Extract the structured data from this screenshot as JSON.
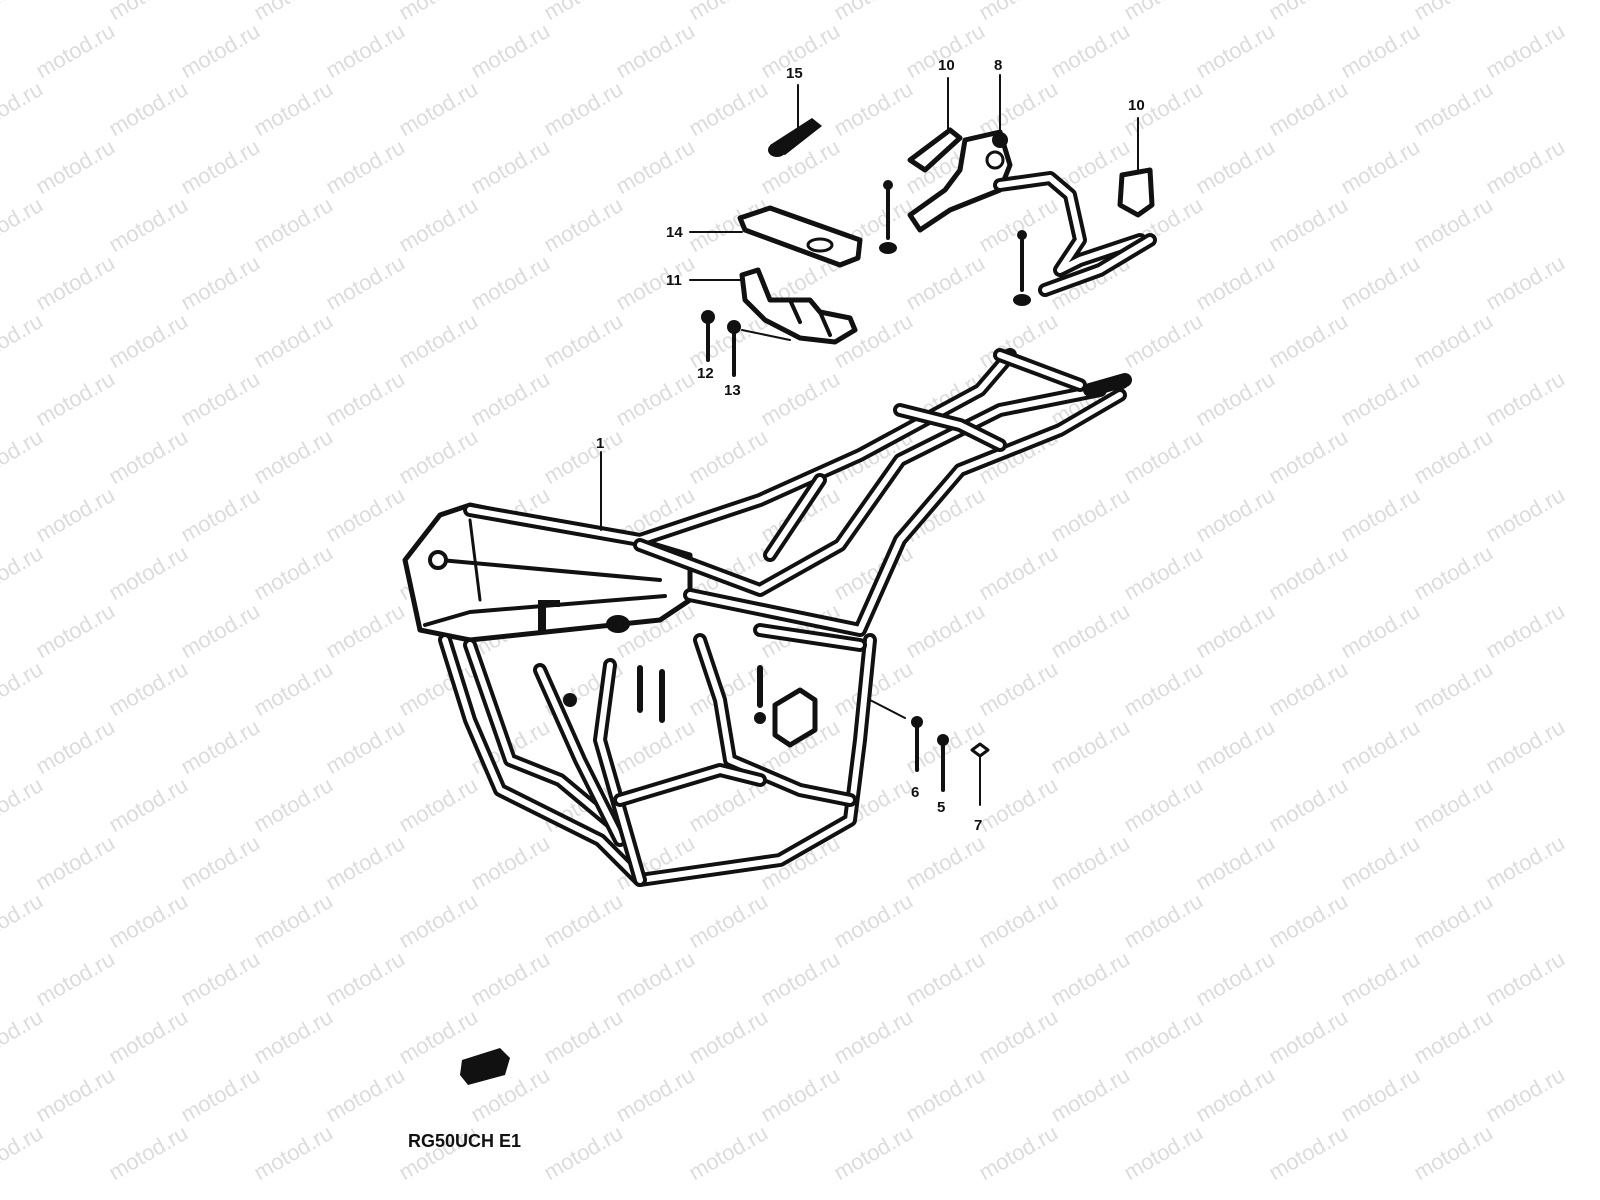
{
  "watermark": "motod.ru",
  "model_code": "RG50UCH E1",
  "callouts": {
    "c1": "1",
    "c5": "5",
    "c6": "6",
    "c7": "7",
    "c8": "8",
    "c10a": "10",
    "c10b": "10",
    "c11": "11",
    "c12": "12",
    "c13": "13",
    "c14": "14",
    "c15": "15"
  },
  "colors": {
    "ink": "#111111",
    "background": "#ffffff",
    "watermark": "#dcdcdc"
  }
}
